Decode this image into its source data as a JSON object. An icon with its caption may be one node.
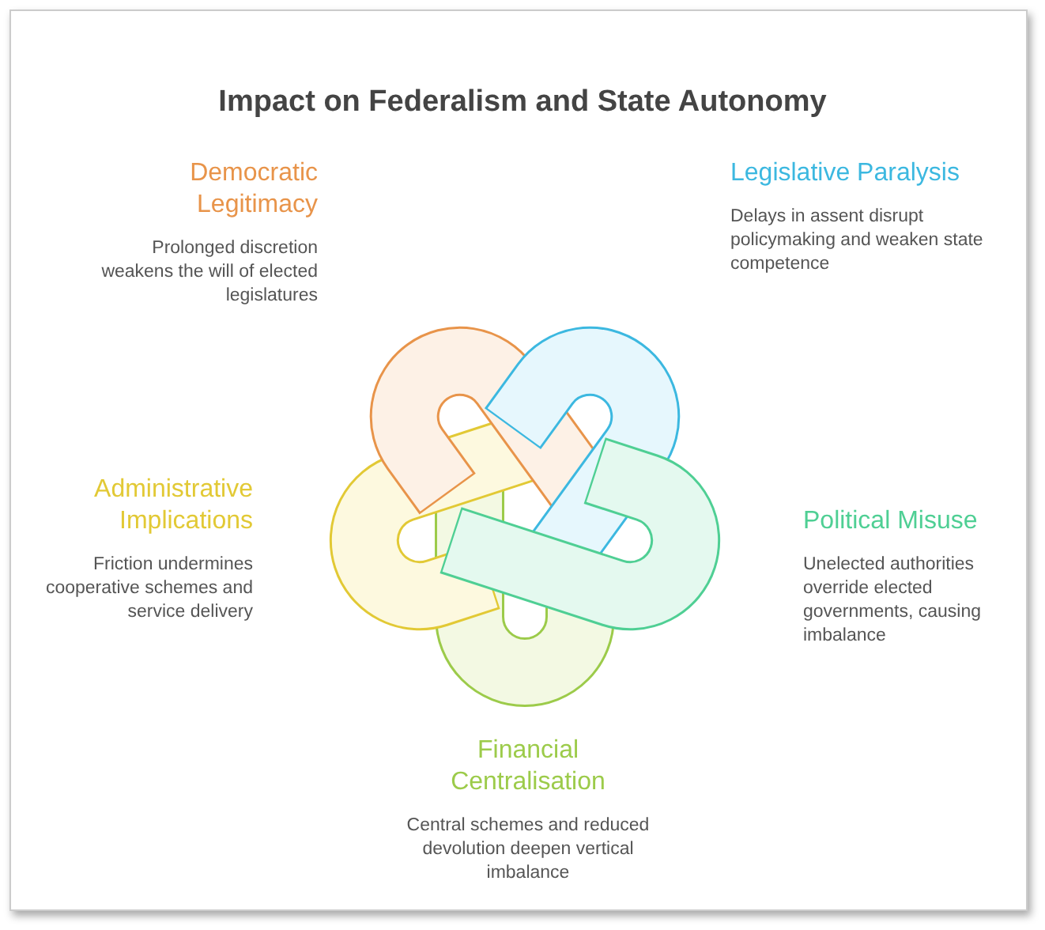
{
  "diagram": {
    "title": "Impact on Federalism and State Autonomy",
    "nodes": [
      {
        "text": [
          "Democratic Legitimacy",
          "Prolonged discretion weakens the will of elected legislatures"
        ]
      },
      {
        "text": [
          "Legislative Paralysis",
          "Delays in assent disrupt policymaking and weaken state competence"
        ]
      },
      {
        "text": [
          "Administrative Implications",
          "Friction undermines cooperative schemes and service delivery"
        ]
      },
      {
        "text": [
          "Political Misuse",
          "Unelected authorities override elected governments, causing imbalance"
        ]
      },
      {
        "text": [
          "Financial Centralisation",
          "Central schemes and reduced devolution deepen vertical imbalance"
        ]
      }
    ]
  }
}
